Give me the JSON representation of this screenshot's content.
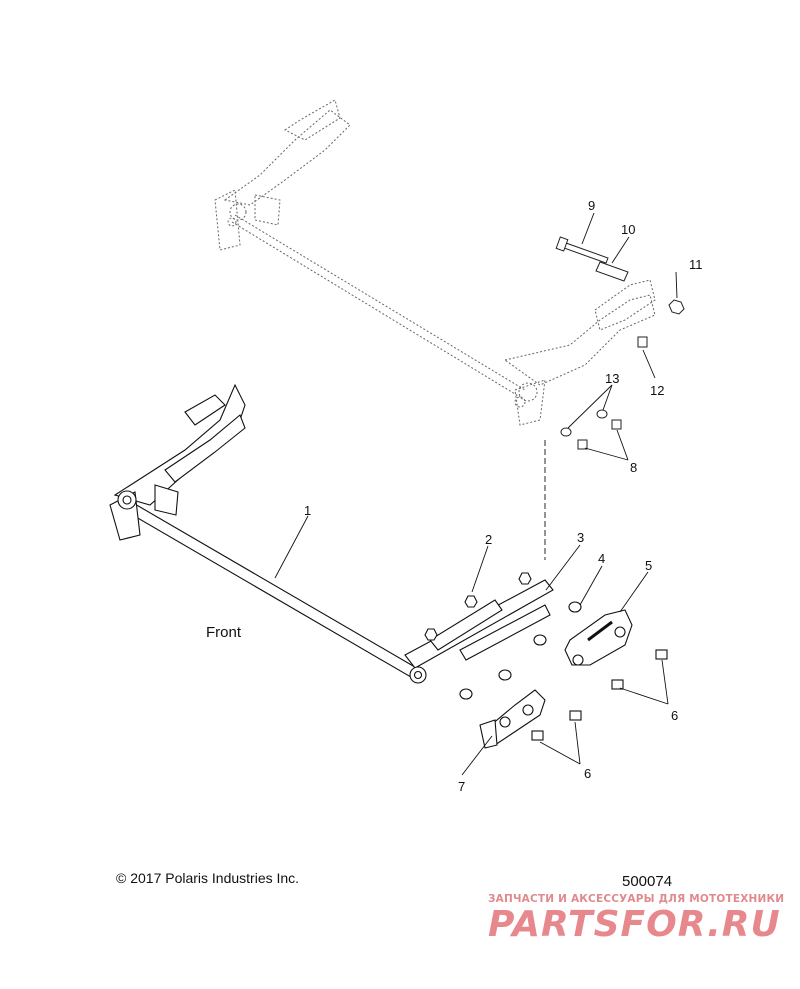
{
  "diagram": {
    "front_label": "Front",
    "copyright": "© 2017 Polaris Industries Inc.",
    "figure_number": "500074",
    "callouts": [
      {
        "id": "1",
        "text": "1"
      },
      {
        "id": "2",
        "text": "2"
      },
      {
        "id": "3",
        "text": "3"
      },
      {
        "id": "4",
        "text": "4"
      },
      {
        "id": "5",
        "text": "5"
      },
      {
        "id": "6a",
        "text": "6"
      },
      {
        "id": "6b",
        "text": "6"
      },
      {
        "id": "7",
        "text": "7"
      },
      {
        "id": "8",
        "text": "8"
      },
      {
        "id": "9",
        "text": "9"
      },
      {
        "id": "10",
        "text": "10"
      },
      {
        "id": "11",
        "text": "11"
      },
      {
        "id": "12",
        "text": "12"
      },
      {
        "id": "13",
        "text": "13"
      }
    ]
  },
  "watermark": {
    "tagline": "ЗАПЧАСТИ И АКСЕССУАРЫ ДЛЯ МОТОТЕХНИКИ",
    "logo_text": "PARTSFOR.RU",
    "color": "#e7888d"
  }
}
